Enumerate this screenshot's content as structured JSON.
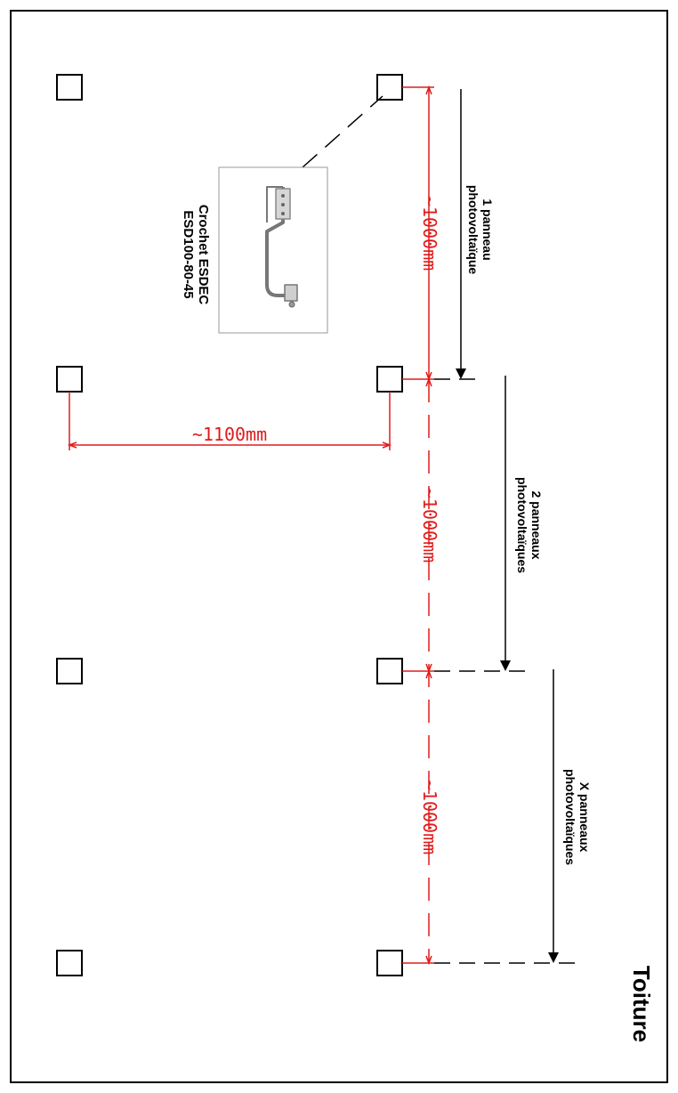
{
  "title": "Toiture",
  "hook": {
    "name_line1": "Crochet ESDEC",
    "name_line2": "ESD100-80-45"
  },
  "dimensions": {
    "spacing_vertical": "~1000mm",
    "spacing_horizontal": "~1100mm"
  },
  "arrows": [
    {
      "line1": "1 panneau",
      "line2": "photovoltaïque"
    },
    {
      "line1": "2 panneaux",
      "line2": "photovoltaïques"
    },
    {
      "line1": "X panneaux",
      "line2": "photovoltaïques"
    }
  ],
  "colors": {
    "dimension": "#e01b1b",
    "line": "#000000"
  }
}
